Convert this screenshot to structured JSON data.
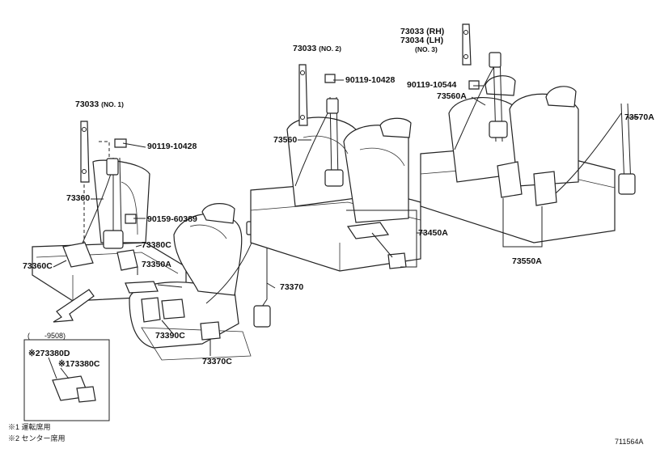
{
  "diagram_id": "711564A",
  "labels": {
    "p73033_no1": "73033",
    "p73033_no1_note": "(NO. 1)",
    "p90119_10428_a": "90119-10428",
    "p73360": "73360",
    "p90159_60389": "90159-60389",
    "p73360c": "73360C",
    "p73380c": "73380C",
    "p73350a": "73350A",
    "p73390c": "73390C",
    "p73370": "73370",
    "p73370c": "73370C",
    "p73033_no2": "73033",
    "p73033_no2_note": "(NO. 2)",
    "p90119_10428_b": "90119-10428",
    "p73560": "73560",
    "p73450a": "73450A",
    "p73033_rh": "73033 (RH)",
    "p73034_lh": "73034 (LH)",
    "p_no3": "(NO. 3)",
    "p90119_10544": "90119-10544",
    "p73560a": "73560A",
    "p73570a": "73570A",
    "p73550a": "73550A"
  },
  "inset": {
    "period": "(　　-9508)",
    "item1": "※273380D",
    "item2": "※173380C"
  },
  "footnotes": [
    "※1 運転席用",
    "※2 センター席用"
  ]
}
